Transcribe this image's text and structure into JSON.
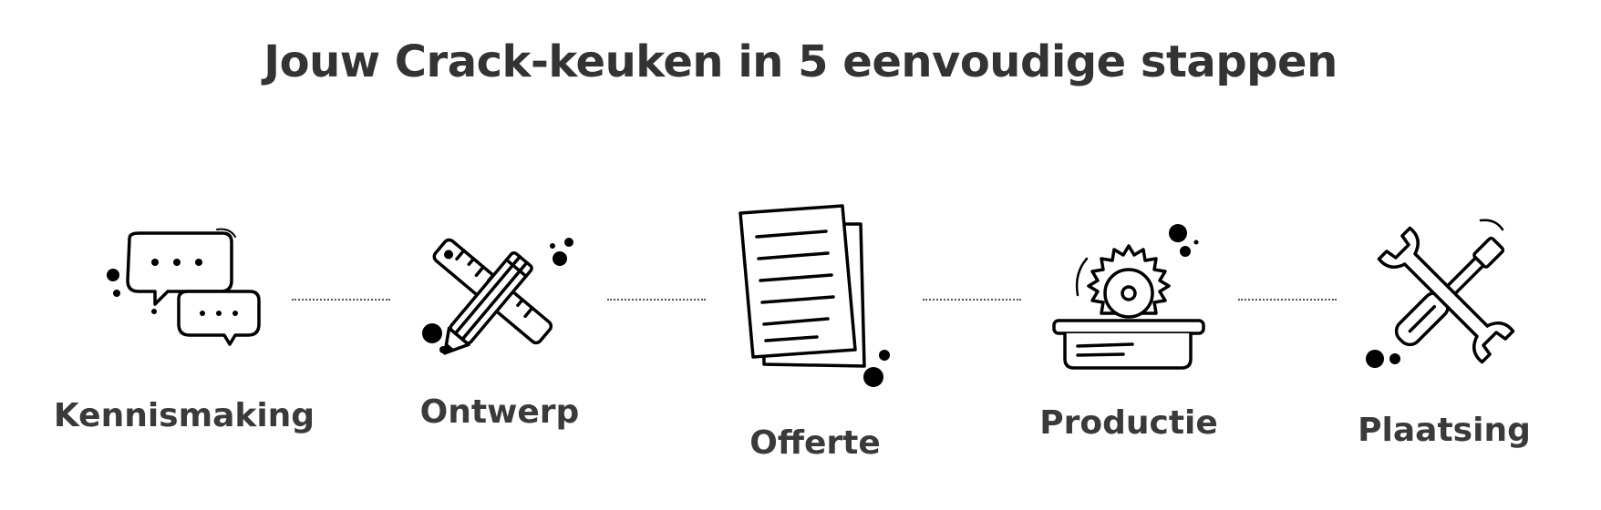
{
  "title": "Jouw Crack-keuken in 5 eenvoudige stappen",
  "steps": [
    {
      "label": "Kennismaking",
      "icon": "chat-bubbles-icon"
    },
    {
      "label": "Ontwerp",
      "icon": "pencil-ruler-icon"
    },
    {
      "label": "Offerte",
      "icon": "documents-icon"
    },
    {
      "label": "Productie",
      "icon": "circular-saw-icon"
    },
    {
      "label": "Plaatsing",
      "icon": "wrench-screwdriver-icon"
    }
  ],
  "colors": {
    "text": "#333333",
    "icon_stroke": "#000000",
    "background": "#ffffff"
  }
}
